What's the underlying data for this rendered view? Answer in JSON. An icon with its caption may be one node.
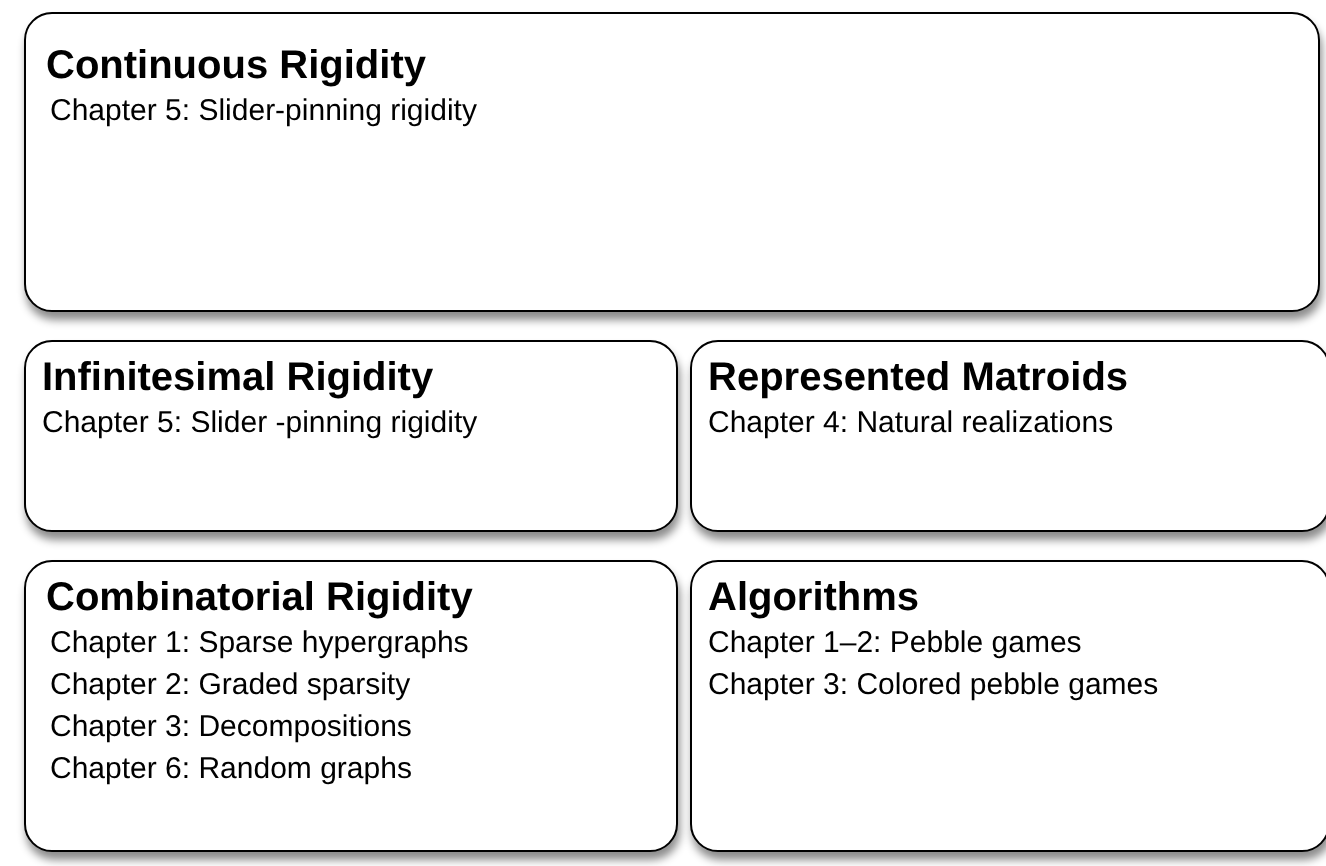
{
  "diagram": {
    "nodes": [
      {
        "text": [
          "Continuous Rigidity",
          "Chapter 5: Slider-pinning rigidity"
        ]
      },
      {
        "text": [
          "Infinitesimal Rigidity",
          "Chapter 5: Slider -pinning rigidity"
        ]
      },
      {
        "text": [
          "Represented Matroids",
          "Chapter 4: Natural realizations"
        ]
      },
      {
        "text": [
          "Combinatorial Rigidity",
          "Chapter 1: Sparse hypergraphs",
          "Chapter 2: Graded sparsity",
          "Chapter 3: Decompositions",
          "Chapter 6: Random graphs"
        ]
      },
      {
        "text": [
          "Algorithms",
          "Chapter 1–2: Pebble games",
          "Chapter 3: Colored pebble games"
        ]
      }
    ]
  }
}
